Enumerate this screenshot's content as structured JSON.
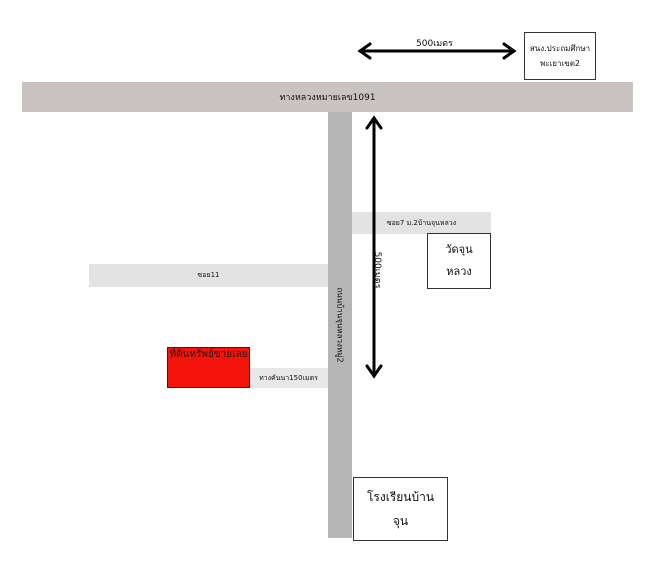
{
  "main_road": {
    "label": "ทางหลวงหมายเลข1091"
  },
  "village_road": {
    "label": "ถนนบ้านจุนหลวงหมู่2"
  },
  "soi7": {
    "label": "ซอย7 ม.2บ้านจุนหลวง"
  },
  "soi11": {
    "label": "ซอย11"
  },
  "dirt_path": {
    "label": "ทางคันนา150เมตร"
  },
  "office": {
    "line1": "สนง.ประถมศึกษา",
    "line2": "พะเยาเขต2"
  },
  "temple": {
    "line1": "วัดจุน",
    "line2": "หลวง"
  },
  "school": {
    "line1": "โรงเรียนบ้าน",
    "line2": "จุน"
  },
  "land_plot": {
    "label": "ที่ดินทรัพย์ขายเลย"
  },
  "distance_horizontal": {
    "label": "500เมตร"
  },
  "distance_vertical": {
    "label": "500เมตร"
  },
  "colors": {
    "land_plot": "#f4140c",
    "main_road": "#c9c4c2",
    "village_road": "#b5b5b5",
    "side_road": "#e3e3e3"
  }
}
